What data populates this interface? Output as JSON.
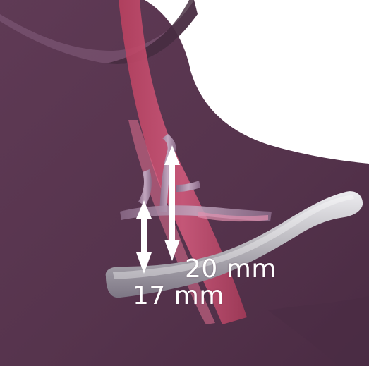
{
  "image": {
    "subject": "anatomical-neck-illustration"
  },
  "measurements": {
    "first": {
      "text": "20 mm",
      "value": 20,
      "unit": "mm"
    },
    "second": {
      "text": "17 mm",
      "value": 17,
      "unit": "mm"
    }
  },
  "colors": {
    "skin": "#5a3650",
    "skin_dark": "#45283f",
    "background": "#ffffff",
    "muscle": "#c24a6e",
    "vessel": "#a88aa5",
    "clavicle": "#c8c8cc",
    "arrow": "#ffffff"
  }
}
